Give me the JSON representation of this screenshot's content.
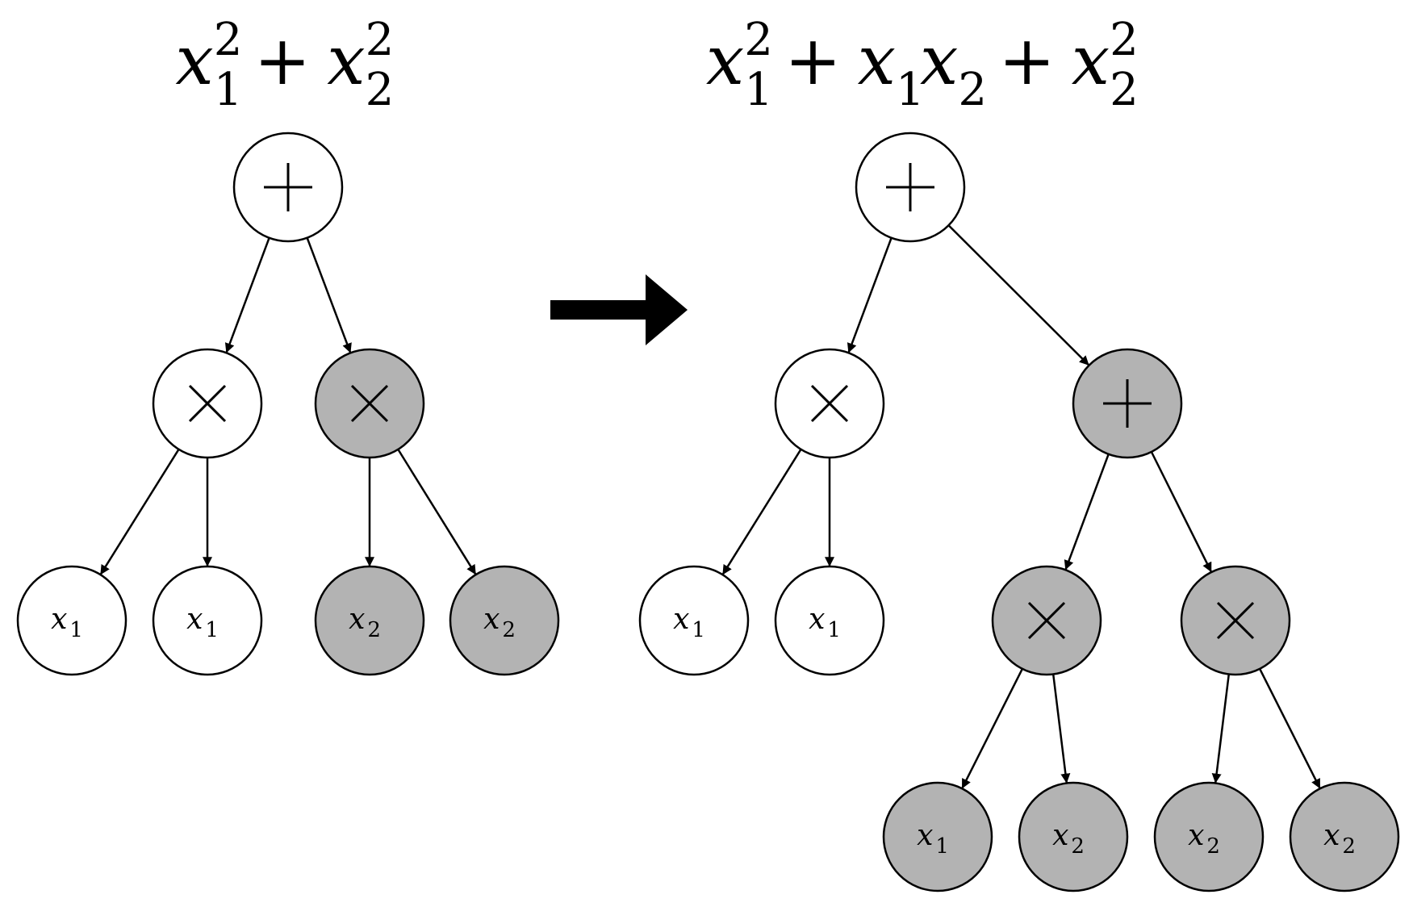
{
  "left": {
    "expression": {
      "terms": [
        {
          "var": "x",
          "sub": "1",
          "sup": "2"
        },
        {
          "op": "+"
        },
        {
          "var": "x",
          "sub": "2",
          "sup": "2"
        }
      ]
    },
    "nodes": [
      {
        "id": "L-root",
        "label": "+",
        "kind": "op",
        "shaded": false
      },
      {
        "id": "L-mul1",
        "label": "×",
        "kind": "op",
        "shaded": false
      },
      {
        "id": "L-mul2",
        "label": "×",
        "kind": "op",
        "shaded": true
      },
      {
        "id": "L-x1a",
        "label": "x",
        "sub": "1",
        "kind": "var",
        "shaded": false
      },
      {
        "id": "L-x1b",
        "label": "x",
        "sub": "1",
        "kind": "var",
        "shaded": false
      },
      {
        "id": "L-x2a",
        "label": "x",
        "sub": "2",
        "kind": "var",
        "shaded": true
      },
      {
        "id": "L-x2b",
        "label": "x",
        "sub": "2",
        "kind": "var",
        "shaded": true
      }
    ],
    "edges": [
      [
        "L-root",
        "L-mul1"
      ],
      [
        "L-root",
        "L-mul2"
      ],
      [
        "L-mul1",
        "L-x1a"
      ],
      [
        "L-mul1",
        "L-x1b"
      ],
      [
        "L-mul2",
        "L-x2a"
      ],
      [
        "L-mul2",
        "L-x2b"
      ]
    ]
  },
  "right": {
    "expression": {
      "terms": [
        {
          "var": "x",
          "sub": "1",
          "sup": "2"
        },
        {
          "op": "+"
        },
        {
          "var": "x",
          "sub": "1"
        },
        {
          "var": "x",
          "sub": "2"
        },
        {
          "op": "+"
        },
        {
          "var": "x",
          "sub": "2",
          "sup": "2"
        }
      ]
    },
    "nodes": [
      {
        "id": "R-root",
        "label": "+",
        "kind": "op",
        "shaded": false
      },
      {
        "id": "R-mul1",
        "label": "×",
        "kind": "op",
        "shaded": false
      },
      {
        "id": "R-plus",
        "label": "+",
        "kind": "op",
        "shaded": true
      },
      {
        "id": "R-x1a",
        "label": "x",
        "sub": "1",
        "kind": "var",
        "shaded": false
      },
      {
        "id": "R-x1b",
        "label": "x",
        "sub": "1",
        "kind": "var",
        "shaded": false
      },
      {
        "id": "R-mul2",
        "label": "×",
        "kind": "op",
        "shaded": true
      },
      {
        "id": "R-mul3",
        "label": "×",
        "kind": "op",
        "shaded": true
      },
      {
        "id": "R-x1c",
        "label": "x",
        "sub": "1",
        "kind": "var",
        "shaded": true
      },
      {
        "id": "R-x2a",
        "label": "x",
        "sub": "2",
        "kind": "var",
        "shaded": true
      },
      {
        "id": "R-x2b",
        "label": "x",
        "sub": "2",
        "kind": "var",
        "shaded": true
      },
      {
        "id": "R-x2c",
        "label": "x",
        "sub": "2",
        "kind": "var",
        "shaded": true
      }
    ],
    "edges": [
      [
        "R-root",
        "R-mul1"
      ],
      [
        "R-root",
        "R-plus"
      ],
      [
        "R-mul1",
        "R-x1a"
      ],
      [
        "R-mul1",
        "R-x1b"
      ],
      [
        "R-plus",
        "R-mul2"
      ],
      [
        "R-plus",
        "R-mul3"
      ],
      [
        "R-mul2",
        "R-x1c"
      ],
      [
        "R-mul2",
        "R-x2a"
      ],
      [
        "R-mul3",
        "R-x2b"
      ],
      [
        "R-mul3",
        "R-x2c"
      ]
    ]
  },
  "colors": {
    "shaded_fill": "#b3b3b3",
    "plain_fill": "#ffffff",
    "stroke": "#000000"
  }
}
